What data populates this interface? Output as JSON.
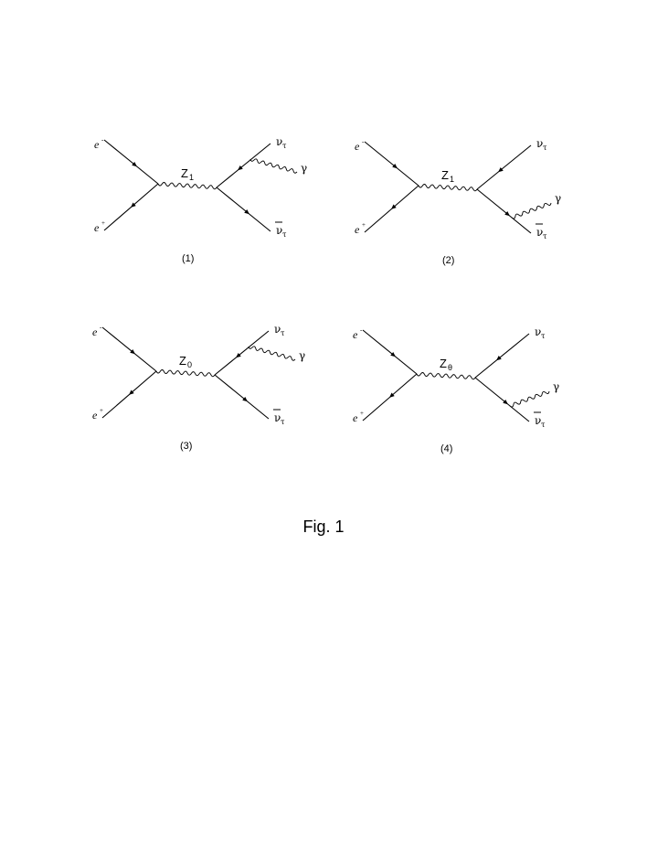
{
  "figure": {
    "caption": "Fig. 1",
    "labels": {
      "electron": "e",
      "minus": "-",
      "plus": "+",
      "nu": "ν",
      "tau": "τ",
      "gamma": "γ",
      "z": "Z"
    },
    "diagrams": [
      {
        "number": "(1)",
        "boson_sub": "1",
        "photon_from": "neutrino"
      },
      {
        "number": "(2)",
        "boson_sub": "1",
        "photon_from": "antineutrino"
      },
      {
        "number": "(3)",
        "boson_sub": "0",
        "photon_from": "neutrino"
      },
      {
        "number": "(4)",
        "boson_sub": "θ",
        "photon_from": "antineutrino"
      }
    ]
  }
}
